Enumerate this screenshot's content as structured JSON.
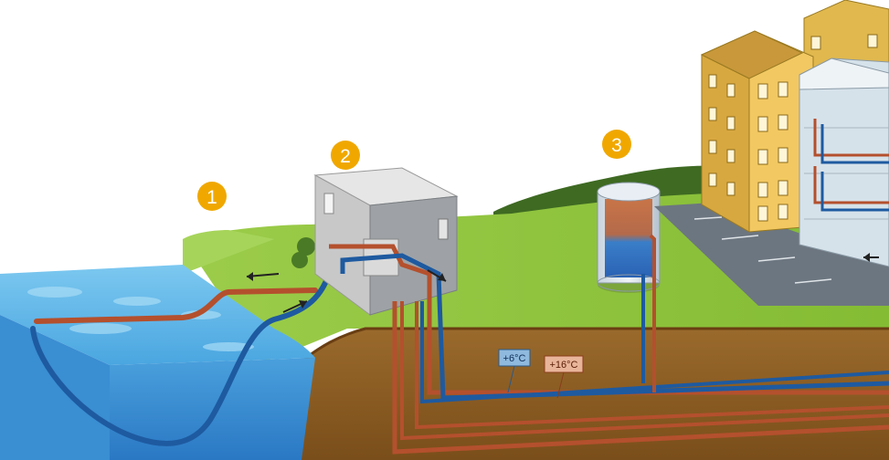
{
  "markers": [
    {
      "id": "1",
      "label": "1"
    },
    {
      "id": "2",
      "label": "2"
    },
    {
      "id": "3",
      "label": "3"
    }
  ],
  "temperature_labels": {
    "cold": "+6°C",
    "warm": "+16°C"
  },
  "colors": {
    "water": "#5ab4e6",
    "grass": "#8cc43c",
    "soil": "#8a5a22",
    "cold_pipe": "#1e5aa0",
    "warm_pipe": "#b4502d",
    "marker": "#f0a800",
    "cold_tag": "#8fb9de",
    "warm_tag": "#e8b49a"
  }
}
